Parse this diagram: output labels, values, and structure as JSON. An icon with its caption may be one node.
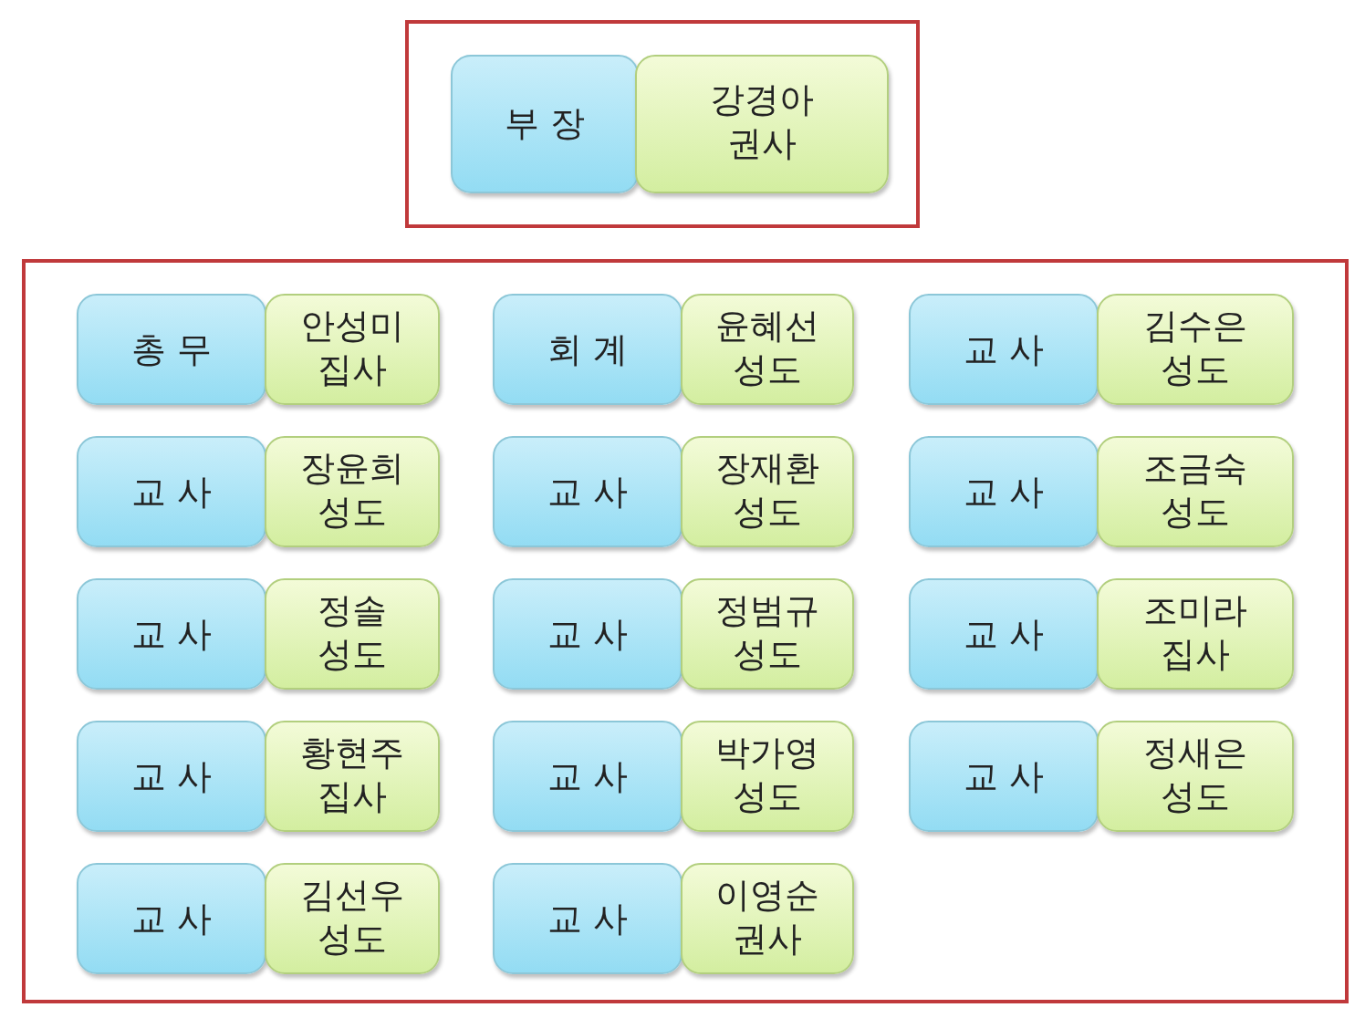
{
  "diagram": {
    "nodes": [
      {
        "text": [],
        "shape": "box"
      },
      {
        "text": [
          "부 장"
        ],
        "in": 0
      },
      {
        "text": [
          "강경아 권사"
        ],
        "in": 0
      },
      {
        "text": [],
        "shape": "box"
      },
      {
        "text": [
          "총 무"
        ],
        "in": 3
      },
      {
        "text": [
          "안성미 집사"
        ],
        "in": 3
      },
      {
        "text": [
          "회 계"
        ],
        "in": 3
      },
      {
        "text": [
          "윤혜선 성도"
        ],
        "in": 3
      },
      {
        "text": [
          "교 사"
        ],
        "in": 3
      },
      {
        "text": [
          "김수은 성도"
        ],
        "in": 3
      },
      {
        "text": [
          "교 사"
        ],
        "in": 3
      },
      {
        "text": [
          "장윤희 성도"
        ],
        "in": 3
      },
      {
        "text": [
          "교 사"
        ],
        "in": 3
      },
      {
        "text": [
          "장재환 성도"
        ],
        "in": 3
      },
      {
        "text": [
          "교 사"
        ],
        "in": 3
      },
      {
        "text": [
          "조금숙 성도"
        ],
        "in": 3
      },
      {
        "text": [
          "교 사"
        ],
        "in": 3
      },
      {
        "text": [
          "정솔 성도"
        ],
        "in": 3
      },
      {
        "text": [
          "교 사"
        ],
        "in": 3
      },
      {
        "text": [
          "정범규 성도"
        ],
        "in": 3
      },
      {
        "text": [
          "교 사"
        ],
        "in": 3
      },
      {
        "text": [
          "조미라 집사"
        ],
        "in": 3
      },
      {
        "text": [
          "교 사"
        ],
        "in": 3
      },
      {
        "text": [
          "황현주 집사"
        ],
        "in": 3
      },
      {
        "text": [
          "교 사"
        ],
        "in": 3
      },
      {
        "text": [
          "박가영 성도"
        ],
        "in": 3
      },
      {
        "text": [
          "교 사"
        ],
        "in": 3
      },
      {
        "text": [
          "정새은 성도"
        ],
        "in": 3
      },
      {
        "text": [
          "교 사"
        ],
        "in": 3
      },
      {
        "text": [
          "김선우 성도"
        ],
        "in": 3
      },
      {
        "text": [
          "교 사"
        ],
        "in": 3
      },
      {
        "text": [
          "이영순 권사"
        ],
        "in": 3
      }
    ],
    "edges": []
  }
}
